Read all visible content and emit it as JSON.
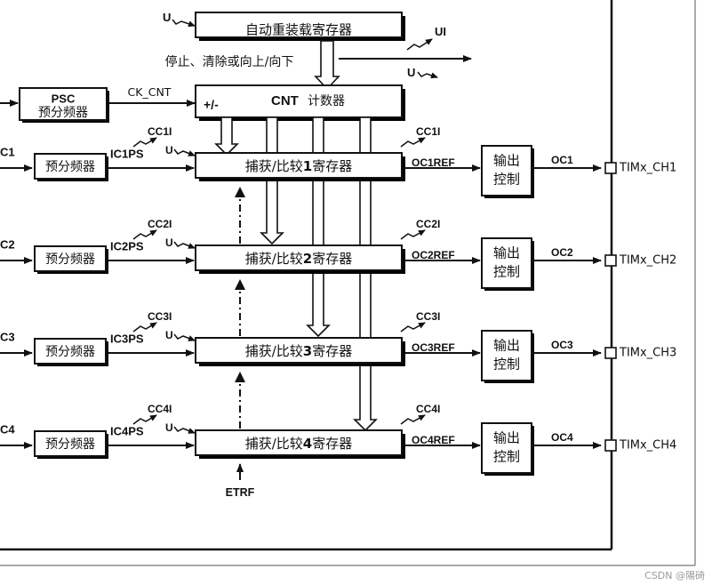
{
  "diagram": {
    "arr": {
      "label": "自动重装载寄存器",
      "u": "U",
      "ui": "UI",
      "u_out": "U"
    },
    "control_text": "停止、清除或向上/向下",
    "psc": {
      "line1": "PSC",
      "line2": "预分频器",
      "ck_cnt": "CK_CNT"
    },
    "cnt": {
      "sign": "+/-",
      "name": "CNT",
      "suffix": "计数器"
    },
    "channels": [
      {
        "input": "C1",
        "prescaler": "预分频器",
        "icps": "IC1PS",
        "cci": "CC1I",
        "u": "U",
        "reg_prefix": "捕获/比较",
        "reg_num": "1",
        "reg_suffix": "寄存器",
        "cci_out": "CC1I",
        "ocref": "OC1REF",
        "out_ctrl_l1": "输出",
        "out_ctrl_l2": "控制",
        "oc": "OC1",
        "pin": "TIMx_CH1"
      },
      {
        "input": "C2",
        "prescaler": "预分频器",
        "icps": "IC2PS",
        "cci": "CC2I",
        "u": "U",
        "reg_prefix": "捕获/比较",
        "reg_num": "2",
        "reg_suffix": "寄存器",
        "cci_out": "CC2I",
        "ocref": "OC2REF",
        "out_ctrl_l1": "输出",
        "out_ctrl_l2": "控制",
        "oc": "OC2",
        "pin": "TIMx_CH2"
      },
      {
        "input": "C3",
        "prescaler": "预分频器",
        "icps": "IC3PS",
        "cci": "CC3I",
        "u": "U",
        "reg_prefix": "捕获/比较",
        "reg_num": "3",
        "reg_suffix": "寄存器",
        "cci_out": "CC3I",
        "ocref": "OC3REF",
        "out_ctrl_l1": "输出",
        "out_ctrl_l2": "控制",
        "oc": "OC3",
        "pin": "TIMx_CH3"
      },
      {
        "input": "C4",
        "prescaler": "预分频器",
        "icps": "IC4PS",
        "cci": "CC4I",
        "u": "U",
        "reg_prefix": "捕获/比较",
        "reg_num": "4",
        "reg_suffix": "寄存器",
        "cci_out": "CC4I",
        "ocref": "OC4REF",
        "out_ctrl_l1": "输出",
        "out_ctrl_l2": "控制",
        "oc": "OC4",
        "pin": "TIMx_CH4"
      }
    ],
    "etrf": "ETRF"
  },
  "watermark": "CSDN @陽碕"
}
